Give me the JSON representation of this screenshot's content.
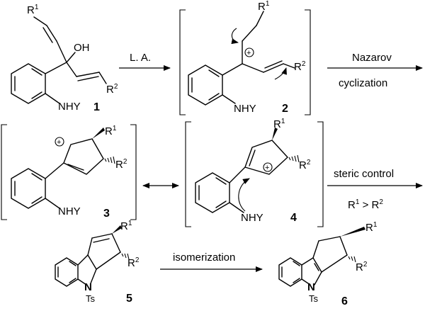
{
  "compounds": {
    "c1": {
      "number": "1",
      "oh": "OH",
      "nhy": "NHY",
      "r1": "R",
      "r1_sup": "1",
      "r2": "R",
      "r2_sup": "2"
    },
    "c2": {
      "number": "2",
      "nhy": "NHY",
      "r1": "R",
      "r1_sup": "1",
      "r2": "R",
      "r2_sup": "2",
      "charge": "+"
    },
    "c3": {
      "number": "3",
      "nhy": "NHY",
      "r1": "R",
      "r1_sup": "1",
      "r2": "R",
      "r2_sup": "2",
      "charge": "+"
    },
    "c4": {
      "number": "4",
      "nhy": "NHY",
      "r1": "R",
      "r1_sup": "1",
      "r2": "R",
      "r2_sup": "2",
      "charge": "+"
    },
    "c5": {
      "number": "5",
      "n": "N",
      "ts": "Ts",
      "r1": "R",
      "r1_sup": "1",
      "r2": "R",
      "r2_sup": "2"
    },
    "c6": {
      "number": "6",
      "n": "N",
      "ts": "Ts",
      "r1": "R",
      "r1_sup": "1",
      "r2": "R",
      "r2_sup": "2"
    }
  },
  "arrows": {
    "a1": {
      "label": "L. A."
    },
    "a2": {
      "label_top": "Nazarov",
      "label_bottom": "cyclization"
    },
    "a3": {
      "label_top": "steric control",
      "label_bottom_r1": "R",
      "label_bottom_r1_sup": "1",
      "label_bottom_op": " > ",
      "label_bottom_r2": "R",
      "label_bottom_r2_sup": "2"
    },
    "a4": {
      "label": "isomerization"
    }
  }
}
